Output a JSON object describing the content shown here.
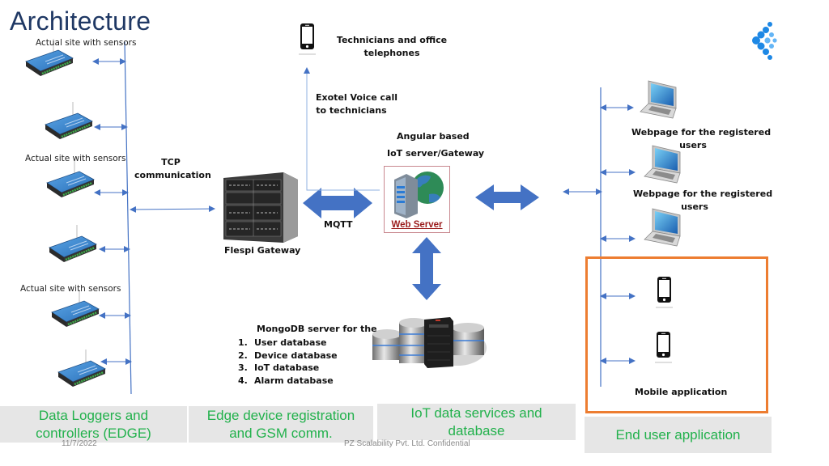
{
  "slide": {
    "title": "Architecture",
    "date": "11/7/2022",
    "confidential": "PZ Scalability Pvt. Ltd. Confidential"
  },
  "edge": {
    "site_labels": [
      "Actual site with sensors",
      "Actual site with sensors",
      "Actual site with sensors"
    ],
    "device_count": 6,
    "device_icon": "data-logger-device-icon",
    "link_label_line1": "TCP",
    "link_label_line2": "communication"
  },
  "gateway": {
    "label": "Flespi Gateway",
    "icon": "rack-server-icon",
    "mqtt_label": "MQTT"
  },
  "voice": {
    "phone_label_line1": "Technicians and office",
    "phone_label_line2": "telephones",
    "call_label_line1": "Exotel Voice call",
    "call_label_line2": "to technicians"
  },
  "iot_server": {
    "label_line1": "Angular based",
    "label_line2": "IoT server/Gateway",
    "badge": "Web Server"
  },
  "database": {
    "heading": "MongoDB server for the",
    "items": [
      {
        "num": "1.",
        "text": "User database"
      },
      {
        "num": "2.",
        "text": "Device database"
      },
      {
        "num": "3.",
        "text": "IoT database"
      },
      {
        "num": "4.",
        "text": "Alarm database"
      }
    ]
  },
  "end_users": {
    "web_label_line1": "Webpage for the registered",
    "web_label_line2": "users",
    "mobile_label": "Mobile application"
  },
  "footer": {
    "col1_line1": "Data Loggers and",
    "col1_line2": "controllers (EDGE)",
    "col2_line1": "Edge device registration",
    "col2_line2": "and GSM comm.",
    "col3_line1": "IoT data services and",
    "col3_line2": "database",
    "col4": "End user application"
  },
  "colors": {
    "title": "#1f3864",
    "connector": "#4472c4",
    "big_arrow": "#4472c4",
    "orange_frame": "#ed7d31",
    "footer_text": "#22b14c",
    "footer_bg": "#e6e6e6",
    "web_server_text": "#9b1b1b"
  }
}
